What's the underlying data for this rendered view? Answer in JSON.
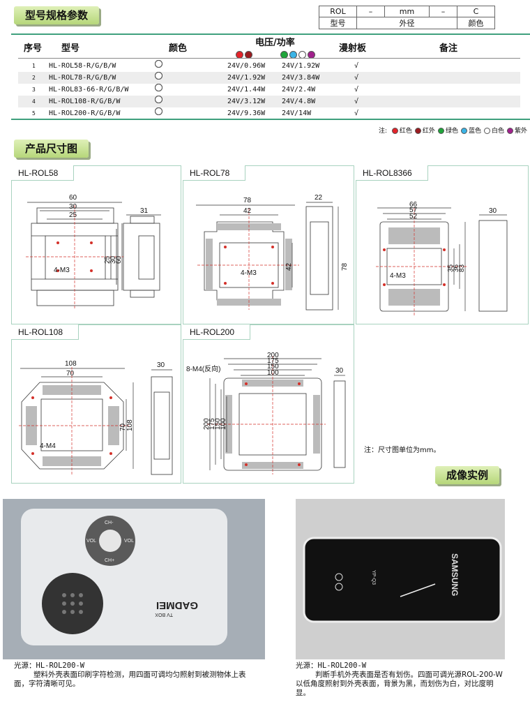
{
  "sections": {
    "spec_title": "型号规格参数",
    "dim_title": "产品尺寸图",
    "example_title": "成像实例"
  },
  "code_table": {
    "row1": [
      "ROL",
      "–",
      "mm",
      "–",
      "C"
    ],
    "row2": [
      "型号",
      "外径",
      "颜色"
    ]
  },
  "spec_table": {
    "headers": {
      "seq": "序号",
      "model": "型号",
      "color": "颜色",
      "power": "电压/功率",
      "diffuser": "漫射板",
      "remark": "备注"
    },
    "rows": [
      {
        "seq": "1",
        "model": "HL-ROL58-R/G/B/W",
        "p1": "24V/0.96W",
        "p2": "24V/1.92W",
        "diffuser": "√"
      },
      {
        "seq": "2",
        "model": "HL-ROL78-R/G/B/W",
        "p1": "24V/1.92W",
        "p2": "24V/3.84W",
        "diffuser": "√"
      },
      {
        "seq": "3",
        "model": "HL-ROL83-66-R/G/B/W",
        "p1": "24V/1.44W",
        "p2": "24V/2.4W",
        "diffuser": "√"
      },
      {
        "seq": "4",
        "model": "HL-ROL108-R/G/B/W",
        "p1": "24V/3.12W",
        "p2": "24V/4.8W",
        "diffuser": "√"
      },
      {
        "seq": "5",
        "model": "HL-ROL200-R/G/B/W",
        "p1": "24V/9.36W",
        "p2": "24V/14W",
        "diffuser": "√"
      }
    ],
    "legend": {
      "prefix": "注:",
      "items": [
        {
          "label": "红色",
          "color": "#e3232a"
        },
        {
          "label": "红外",
          "color": "#9b1c20"
        },
        {
          "label": "绿色",
          "color": "#1fa43a"
        },
        {
          "label": "蓝色",
          "color": "#3bb4e6"
        },
        {
          "label": "白色",
          "color": "#ffffff"
        },
        {
          "label": "紫外",
          "color": "#a1208c"
        }
      ]
    }
  },
  "drawings": [
    {
      "label": "HL-ROL58",
      "dims": [
        "60",
        "30",
        "25",
        "31",
        "25",
        "30",
        "60",
        "4-M3"
      ]
    },
    {
      "label": "HL-ROL78",
      "dims": [
        "78",
        "42",
        "22",
        "42",
        "78",
        "4-M3"
      ]
    },
    {
      "label": "HL-ROL8366",
      "dims": [
        "66",
        "57",
        "52",
        "30",
        "35",
        "36",
        "83",
        "4-M3"
      ]
    },
    {
      "label": "HL-ROL108",
      "dims": [
        "108",
        "70",
        "30",
        "70",
        "108",
        "4-M4"
      ]
    },
    {
      "label": "HL-ROL200",
      "dims": [
        "200",
        "175",
        "150",
        "100",
        "30",
        "200",
        "175",
        "150",
        "100",
        "8-M4(反向)"
      ]
    }
  ],
  "dim_note": "注：尺寸图单位为mm。",
  "examples": [
    {
      "source": "光源：HL-ROL200-W",
      "text": "塑料外壳表面印刷字符检测，用四面可调均匀照射到被测物体上表面，字符清晰可见。",
      "printed": [
        "GADMEI",
        "TV BOX",
        "CH-",
        "CH+",
        "VOL",
        "VOL"
      ]
    },
    {
      "source": "光源：HL-ROL200-W",
      "text": "判断手机外壳表面是否有划伤。四面可调光源ROL-200-W以低角度照射到外壳表面，背景为黑，而划伤为白，对比度明显。",
      "printed": [
        "SAMSUNG",
        "YP-Q3"
      ]
    }
  ],
  "colors": {
    "accent": "#3fa07d",
    "tab": "#b6d77a",
    "dim_red": "#d4312a"
  }
}
